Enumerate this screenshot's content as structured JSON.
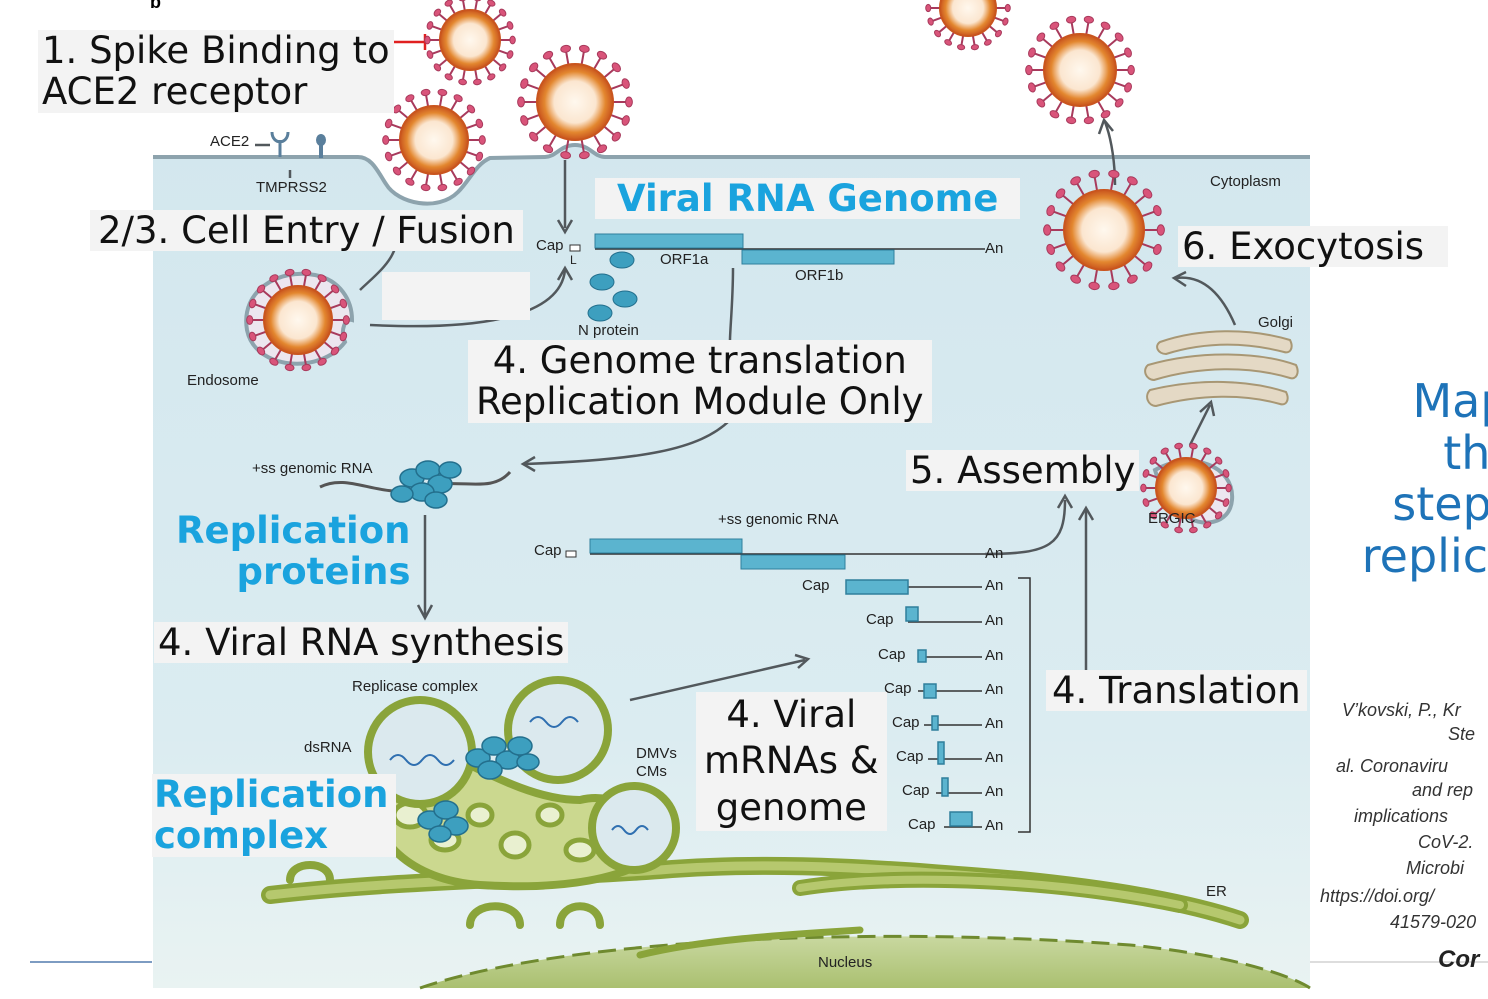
{
  "figure": {
    "panel_letter": "b",
    "labels": {
      "ace2": "ACE2",
      "tmprss2": "TMPRSS2",
      "cytoplasm": "Cytoplasm",
      "endosome": "Endosome",
      "cap": "Cap",
      "l": "L",
      "an": "An",
      "orf1a": "ORF1a",
      "orf1b": "ORF1b",
      "n_protein": "N protein",
      "ss_genomic_rna_1": "+ss genomic RNA",
      "ss_genomic_rna_2": "+ss genomic RNA",
      "golgi": "Golgi",
      "ergic": "ERGIC",
      "replicase_complex": "Replicase complex",
      "dsrna": "dsRNA",
      "dmvs": "DMVs",
      "cms": "CMs",
      "er": "ER",
      "nucleus": "Nucleus"
    }
  },
  "overlays": {
    "step1_line1": "1. Spike Binding to",
    "step1_line2": "ACE2 receptor",
    "step23": "2/3. Cell Entry / Fusion",
    "viral_rna_genome": "Viral RNA Genome",
    "step4_translation_line1": "4. Genome translation",
    "step4_translation_line2": "Replication Module Only",
    "replication_proteins_line1": "Replication",
    "replication_proteins_line2": "proteins",
    "step4_synthesis": "4. Viral RNA synthesis",
    "replication_complex_line1": "Replication",
    "replication_complex_line2": "complex",
    "step4_mrna_line1": "4. Viral",
    "step4_mrna_line2": "mRNAs &",
    "step4_mrna_line3": "genome",
    "step5": "5. Assembly",
    "step4_translation": "4. Translation",
    "step6": "6. Exocytosis"
  },
  "side_text": {
    "line1": "Map",
    "line2": "the",
    "line3": "steps",
    "line4": "replica"
  },
  "citation": {
    "line1": "V’kovski, P., Kr",
    "line2": "Ste",
    "line3": "al. Coronaviru",
    "line4": "and rep",
    "line5": "implications",
    "line6": "CoV-2.",
    "line7": "Microbi",
    "line8": "https://doi.org/",
    "line9": "41579-020",
    "footer": "Cor"
  },
  "colors": {
    "cytoplasm": "#d4e6ee",
    "membrane": "#8fa8b4",
    "rna_bar": "#5bb4cf",
    "protein": "#3d9fbf",
    "er_green": "#8fa83c",
    "blue_label": "#1aa3de",
    "spike": "#d9547a",
    "core": "#d9732a"
  }
}
